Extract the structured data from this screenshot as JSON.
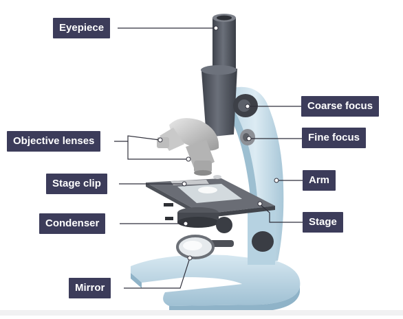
{
  "diagram": {
    "labels": {
      "eyepiece": "Eyepiece",
      "objective_lenses": "Objective lenses",
      "stage_clip": "Stage clip",
      "condenser": "Condenser",
      "mirror": "Mirror",
      "coarse_focus": "Coarse focus",
      "fine_focus": "Fine focus",
      "arm": "Arm",
      "stage": "Stage"
    },
    "colors": {
      "label_bg": "#3c3c5a",
      "label_text": "#ffffff",
      "body_light": "#cfe3ee",
      "body_mid": "#a9c9db",
      "tube_dark": "#4a4e58",
      "knob": "#3a3d44",
      "stage_plate": "#5b5e66",
      "leader_line": "#2f2f3a"
    }
  }
}
